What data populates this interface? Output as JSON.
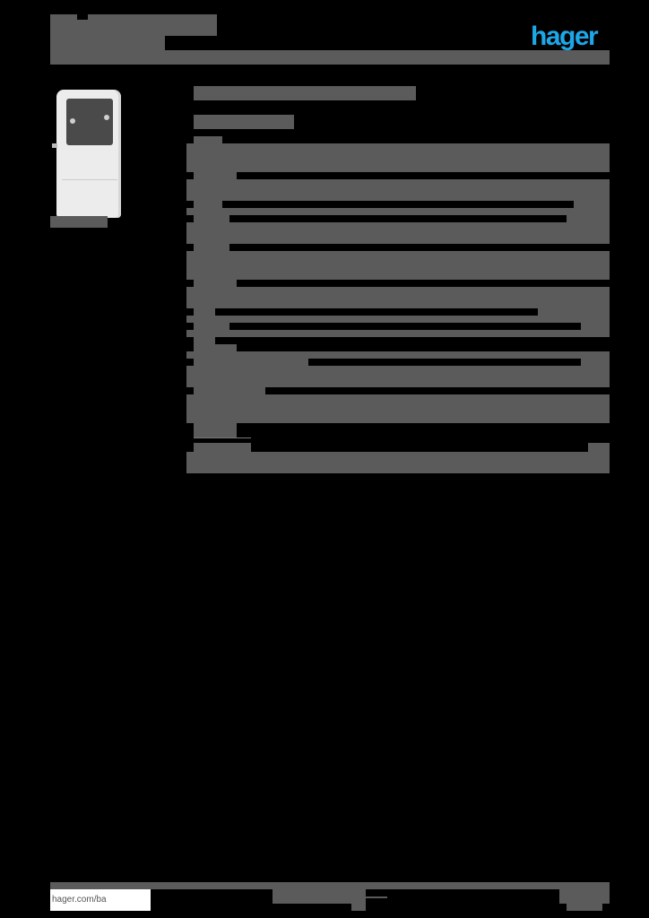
{
  "header": {
    "title_line1": "[redacted title]",
    "title_line2": "[redacted subtitle]",
    "logo_text": "hager",
    "logo_color": "#1ea7e8",
    "rule_color": "#5a5b5a"
  },
  "product": {
    "image_alt": "white surface-mount enclosure with dark window",
    "image_caption": "[redacted reference]"
  },
  "main": {
    "heading": "[redacted product heading]",
    "subheading": "[redacted product subheading]",
    "table_rows": [
      {
        "label": "[redacted]",
        "value": "[redacted]"
      },
      {
        "label": "[redacted]",
        "value": "[redacted]"
      },
      {
        "label": "[redacted]",
        "value": "[redacted]"
      },
      {
        "label": "[redacted]",
        "value": "[redacted]"
      },
      {
        "label": "[redacted]",
        "value": "[redacted]"
      },
      {
        "label": "[redacted]",
        "value": "[redacted]"
      },
      {
        "label": "[redacted]",
        "value": "[redacted]"
      },
      {
        "label": "[redacted]",
        "value": "[redacted]"
      },
      {
        "label": "[redacted]",
        "value": "[redacted]"
      }
    ],
    "footnote_label": "[redacted]",
    "footnote_text": "[redacted]"
  },
  "footer": {
    "url": "hager.com/ba",
    "center_text": "[redacted]",
    "right_text": "[redacted]"
  }
}
